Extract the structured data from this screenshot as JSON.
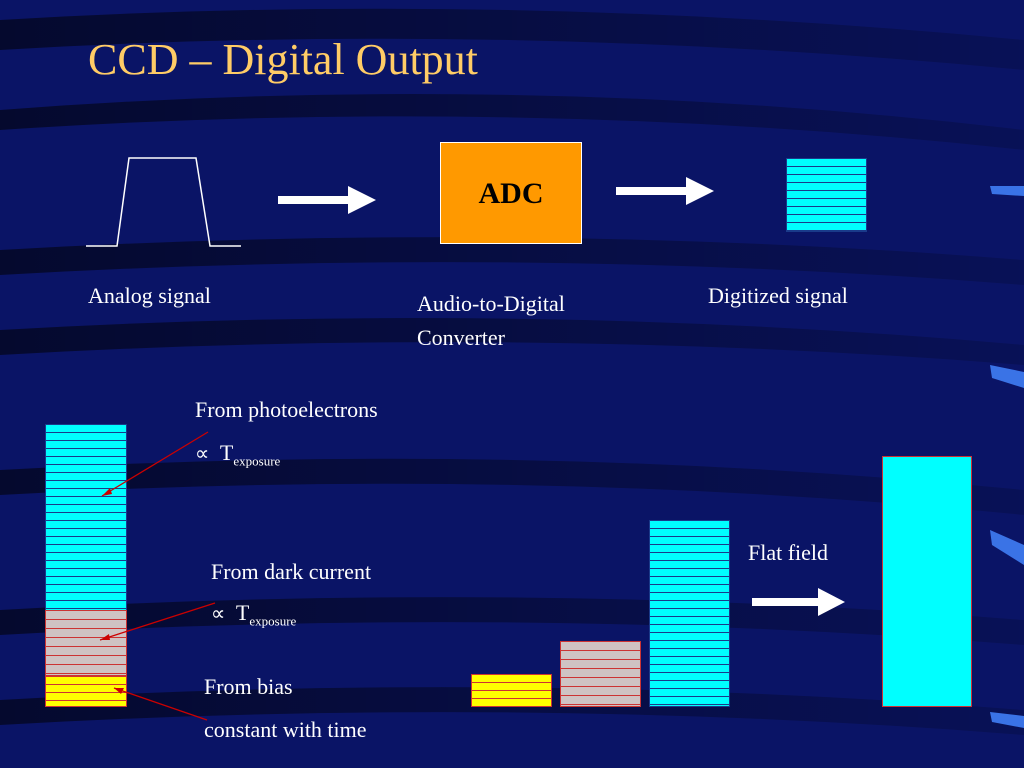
{
  "title": "CCD – Digital Output",
  "top_row": {
    "analog_label": "Analog signal",
    "adc_box": "ADC",
    "adc_caption_line1": "Audio-to-Digital",
    "adc_caption_line2": "Converter",
    "digitized_label": "Digitized signal"
  },
  "bottom": {
    "photo_label": "From photoelectrons",
    "photo_prop_symbol": "∝",
    "photo_prop_T": "T",
    "photo_prop_sub": "exposure",
    "dark_label": "From dark current",
    "dark_prop_symbol": "∝",
    "dark_prop_T": "T",
    "dark_prop_sub": "exposure",
    "bias_label": "From bias",
    "bias_sub_symbol": "",
    "bias_sub_text": "constant with time",
    "flat_field_label": "Flat field"
  },
  "colors": {
    "background": "#0a1466",
    "title": "#ffcc66",
    "adc": "#ff9900",
    "signal": "#00ffff",
    "dark": "#cfc3c3",
    "bias": "#ffff00",
    "pointer": "#cc0000"
  }
}
